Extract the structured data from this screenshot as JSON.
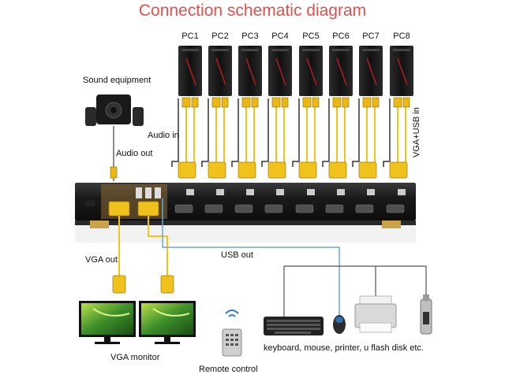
{
  "title": "Connection schematic diagram",
  "pcs": [
    "PC1",
    "PC2",
    "PC3",
    "PC4",
    "PC5",
    "PC6",
    "PC7",
    "PC8"
  ],
  "labels": {
    "sound_equipment": "Sound equipment",
    "audio_in": "Audio in",
    "audio_out": "Audio out",
    "vga_usb_in": "VGA+USB in",
    "usb_out": "USB out",
    "vga_out": "VGA out",
    "vga_monitor": "VGA monitor",
    "remote_control": "Remote control",
    "peripherals": "keyboard, mouse, printer, u flash disk etc."
  },
  "colors": {
    "title": "#e2504a",
    "cable_yellow": "#f2c318",
    "cable_blue": "#6aa7d8",
    "switch_body": "#1b1b1b"
  }
}
